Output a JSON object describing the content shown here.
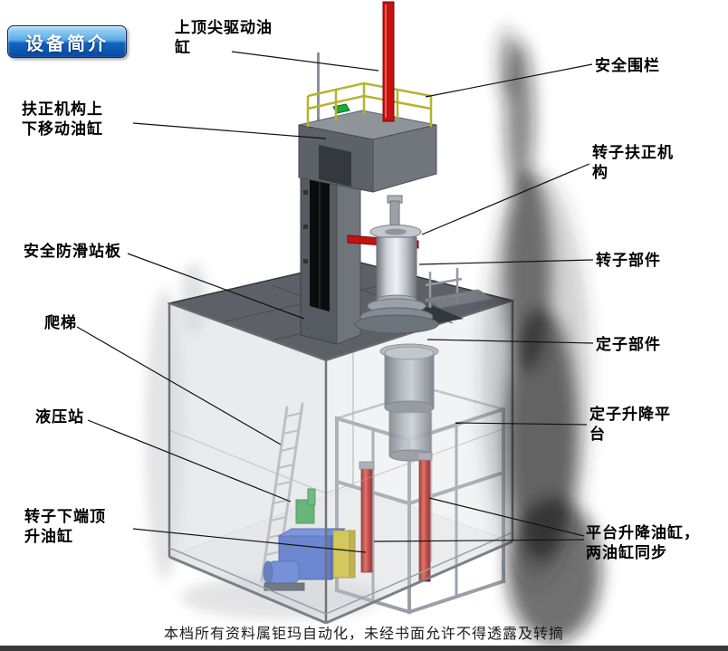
{
  "page": {
    "background": "#ffffff",
    "footer_text": "本档所有资料属钜玛自动化，未经书面允许不得透露及转摘"
  },
  "badge": {
    "label": "设备简介"
  },
  "labels": [
    {
      "id": "top-pin-drive-cylinder",
      "text": "上顶尖驱动油\n缸"
    },
    {
      "id": "safety-fence",
      "text": "安全围栏"
    },
    {
      "id": "centering-updown-cylinder",
      "text": "扶正机构上\n下移动油缸"
    },
    {
      "id": "rotor-centering-mechanism",
      "text": "转子扶正机\n构"
    },
    {
      "id": "anti-slip-platform",
      "text": "安全防滑站板"
    },
    {
      "id": "rotor-part",
      "text": "转子部件"
    },
    {
      "id": "ladder",
      "text": "爬梯"
    },
    {
      "id": "stator-part",
      "text": "定子部件"
    },
    {
      "id": "hydraulic-station",
      "text": "液压站"
    },
    {
      "id": "stator-lift-platform",
      "text": "定子升降平\n台"
    },
    {
      "id": "rotor-bottom-jack-cylinder",
      "text": "转子下端顶\n升油缸"
    },
    {
      "id": "platform-lift-cylinders",
      "text": "平台升降油缸，\n两油缸同步"
    }
  ],
  "diagram": {
    "colors": {
      "structure_gray": "#5d6167",
      "cylinder_red": "#c41111",
      "railing_yellow": "#b4b42c",
      "hydraulic_blue": "#2d55c8",
      "cabinet_yellow": "#d2be2b",
      "valve_green": "#1ea83c",
      "enclosure_glass": "#d3d7db"
    }
  }
}
